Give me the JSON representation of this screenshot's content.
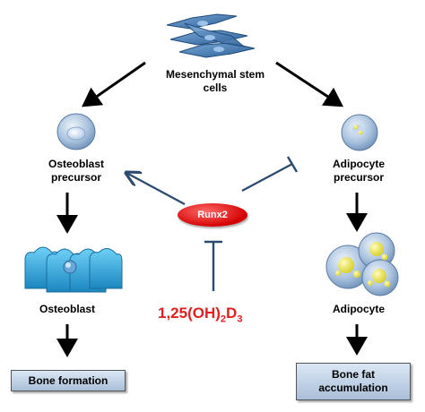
{
  "nodes": {
    "msc_label": "Mesenchymal stem\ncells",
    "osteoblast_precursor_label": "Osteoblast\nprecursor",
    "adipocyte_precursor_label": "Adipocyte\nprecursor",
    "runx2_label": "Runx2",
    "osteoblast_label": "Osteoblast",
    "adipocyte_label": "Adipocyte",
    "bone_formation_label": "Bone formation",
    "bone_fat_label": "Bone fat\naccumulation"
  },
  "vitamin_d": {
    "prefix": "1,25(OH)",
    "sub1": "2",
    "mid": "D",
    "sub2": "3"
  },
  "colors": {
    "arrow_black": "#000000",
    "arrow_blue": "#2b4a6e",
    "runx2_red": "#d40000",
    "vitamin_d_red": "#e02020",
    "cell_blue": "#3aa7d8",
    "fat_yellow": "#e6df3c",
    "box_fill": "#b9cde3"
  }
}
